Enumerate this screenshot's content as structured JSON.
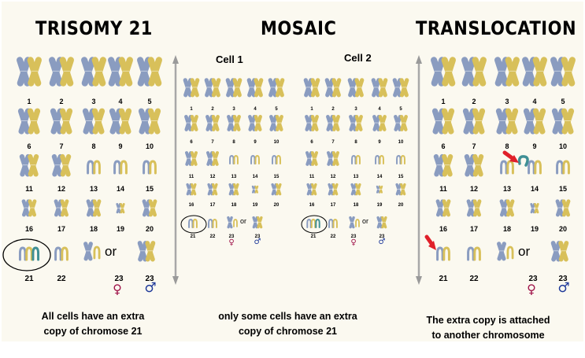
{
  "sections": {
    "trisomy": {
      "title": "TRISOMY 21",
      "caption_line1": "All cells have an extra",
      "caption_line2": "copy of chromose 21"
    },
    "mosaic": {
      "title": "MOSAIC",
      "cell1": "Cell 1",
      "cell2": "Cell 2",
      "caption_line1": "only some cells have an extra",
      "caption_line2": "copy of chromose 21"
    },
    "translocation": {
      "title": "TRANSLOCATION",
      "caption_line1": "The extra copy is attached",
      "caption_line2": "to another chromosome"
    }
  },
  "chromosome_numbers": [
    "1",
    "2",
    "3",
    "4",
    "5",
    "6",
    "7",
    "8",
    "9",
    "10",
    "11",
    "12",
    "13",
    "14",
    "15",
    "16",
    "17",
    "18",
    "19",
    "20",
    "21",
    "22",
    "23",
    "23"
  ],
  "or_label": "or",
  "female_symbol": "♀",
  "male_symbol": "♂",
  "colors": {
    "chromosome_gold": "#d8c05a",
    "chromosome_blue": "#8a9cc0",
    "extra_copy": "#3f8f95",
    "female": "#a0144a",
    "male": "#1f3a9a",
    "arrow": "#e0202a",
    "background": "#fbf9f0"
  }
}
